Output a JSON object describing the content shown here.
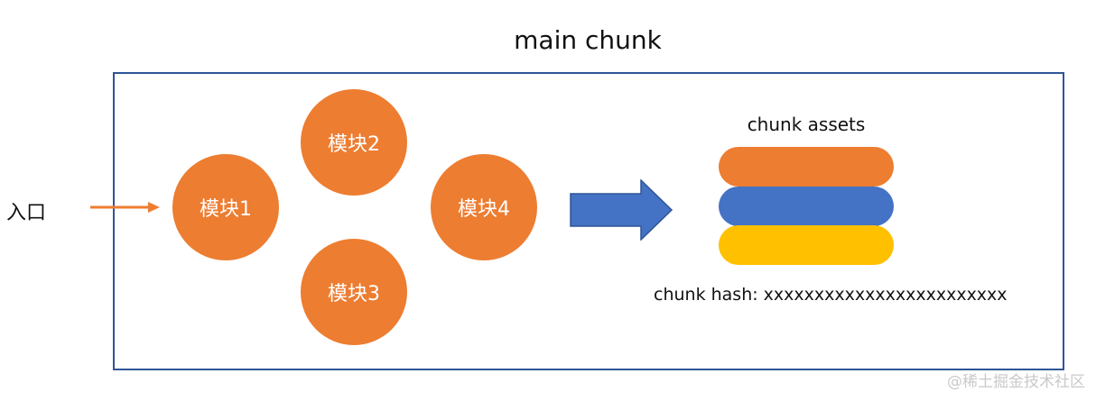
{
  "title": "main chunk",
  "entry": {
    "label": "入口"
  },
  "modules": [
    {
      "label": "模块1"
    },
    {
      "label": "模块2"
    },
    {
      "label": "模块3"
    },
    {
      "label": "模块4"
    }
  ],
  "assets": {
    "label": "chunk assets",
    "bars": [
      "#ED7D31",
      "#4472C4",
      "#FFC000"
    ]
  },
  "hash": {
    "label": "chunk hash: xxxxxxxxxxxxxxxxxxxxxxxx"
  },
  "watermark": "@稀土掘金技术社区",
  "colors": {
    "frame": "#2F5597",
    "module": "#ED7D31",
    "entry_arrow": "#ED7D31",
    "transform_arrow": "#4472C4"
  }
}
